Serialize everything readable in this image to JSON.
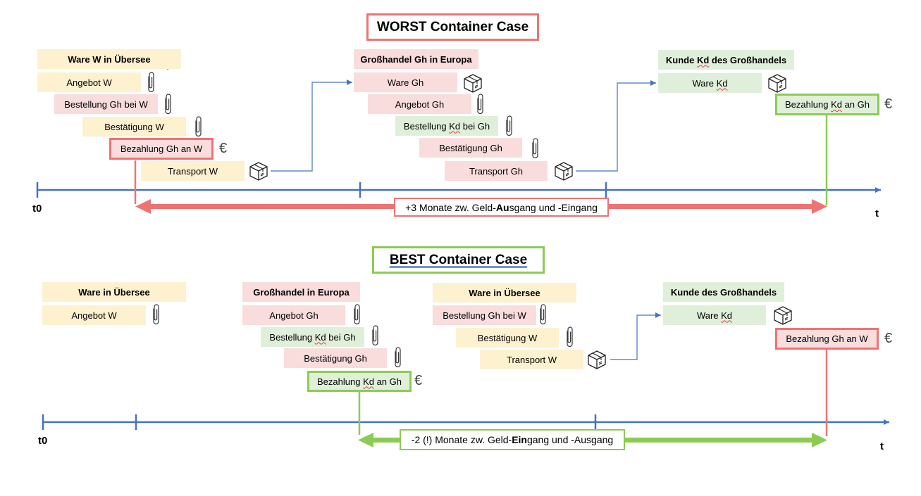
{
  "worst": {
    "title": "WORST Container Case",
    "w_header": "Ware W in Übersee",
    "w_angebot": "Angebot W",
    "w_bestellung": "Bestellung Gh bei W",
    "w_bestaetigung": "Bestätigung W",
    "w_bezahlung": "Bezahlung Gh an W",
    "w_transport": "Transport W",
    "gh_header": "Großhandel Gh in Europa",
    "gh_ware": "Ware Gh",
    "gh_angebot": "Angebot Gh",
    "gh_bestellung_pre": "Bestellung ",
    "gh_bestellung_kd": "Kd",
    "gh_bestellung_post": " bei Gh",
    "gh_bestaetigung": "Bestätigung Gh",
    "gh_transport": "Transport Gh",
    "kd_header_pre": "Kunde ",
    "kd_header_kd": "Kd",
    "kd_header_post": " des Großhandels",
    "kd_ware_pre": "Ware ",
    "kd_ware_kd": "Kd",
    "kd_bezahlung_pre": "Bezahlung ",
    "kd_bezahlung_kd": "Kd",
    "kd_bezahlung_post": " an Gh",
    "axis_start": "t0",
    "axis_end": "t",
    "note_pre": "+3 Monate zw. Geld-",
    "note_bold": "Au",
    "note_post": "sgang und -Eingang"
  },
  "best": {
    "title": "BEST Container Case",
    "w1_header": "Ware in Übersee",
    "w1_angebot": "Angebot W",
    "gh_header": "Großhandel in Europa",
    "gh_angebot": "Angebot Gh",
    "gh_bestellung_pre": "Bestellung ",
    "gh_bestellung_kd": "Kd",
    "gh_bestellung_post": " bei Gh",
    "gh_bestaetigung": "Bestätigung Gh",
    "gh_bezahlung_pre": "Bezahlung ",
    "gh_bezahlung_kd": "Kd",
    "gh_bezahlung_post": " an Gh",
    "w2_header": "Ware in Übersee",
    "w2_bestellung": "Bestellung Gh bei W",
    "w2_bestaetigung": "Bestätigung W",
    "w2_transport": "Transport W",
    "kd_header": "Kunde des Großhandels",
    "kd_ware_pre": "Ware ",
    "kd_ware_kd": "Kd",
    "kd_bezahlung": "Bezahlung Gh an W",
    "axis_start": "t0",
    "axis_end": "t",
    "note_pre": "-2 (!) Monate zw. Geld-",
    "note_bold": "Ein",
    "note_post": "gang und -Ausgang"
  },
  "icons": {
    "euro": "€",
    "package": "package-icon",
    "paperclip": "paperclip-icon"
  },
  "colors": {
    "axis": "#4472c4",
    "red": "#ef7373",
    "green": "#8ccc52",
    "yellow_fill": "#fdf1cf",
    "red_fill": "#f9dcdc",
    "green_fill": "#e0efda"
  }
}
